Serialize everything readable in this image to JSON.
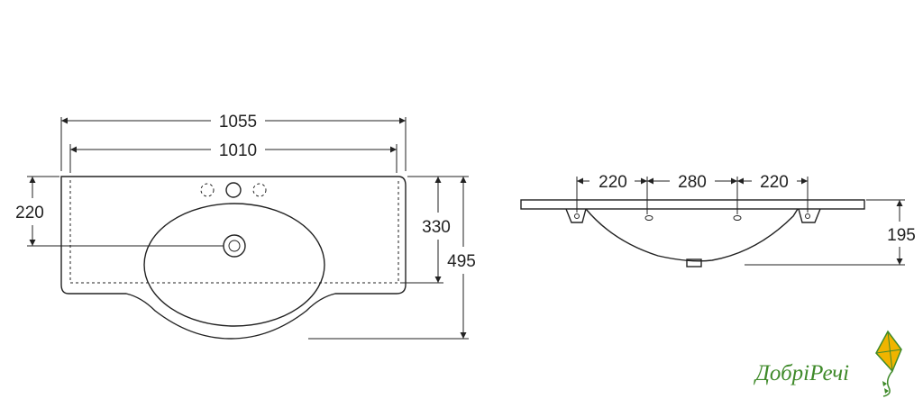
{
  "top_view": {
    "overall_width": "1055",
    "inner_width": "1010",
    "tap_offset": "220",
    "bowl_depth": "330",
    "overall_depth": "495"
  },
  "side_view": {
    "left_spacing": "220",
    "middle_spacing": "280",
    "right_spacing": "220",
    "height": "195"
  },
  "logo": {
    "text": "ДобріРечі",
    "primary_color": "#3f8a2a",
    "accent_color": "#f0b400"
  }
}
